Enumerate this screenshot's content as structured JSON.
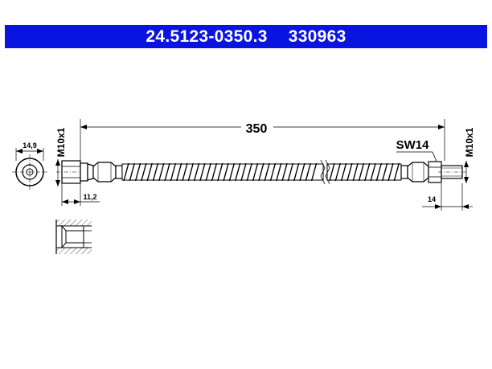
{
  "header": {
    "part_number": "24.5123-0350.3",
    "ref_number": "330963",
    "banner_color": "#0a14e0"
  },
  "dimensions": {
    "total_length": "350",
    "fitting_dia": "14,9",
    "left_thread": "M10x1",
    "right_thread": "M10x1",
    "wrench_size": "SW14",
    "left_fitting_len": "11,2",
    "right_fitting_len": "14"
  },
  "colors": {
    "line": "#000000",
    "hatch": "#555555"
  }
}
